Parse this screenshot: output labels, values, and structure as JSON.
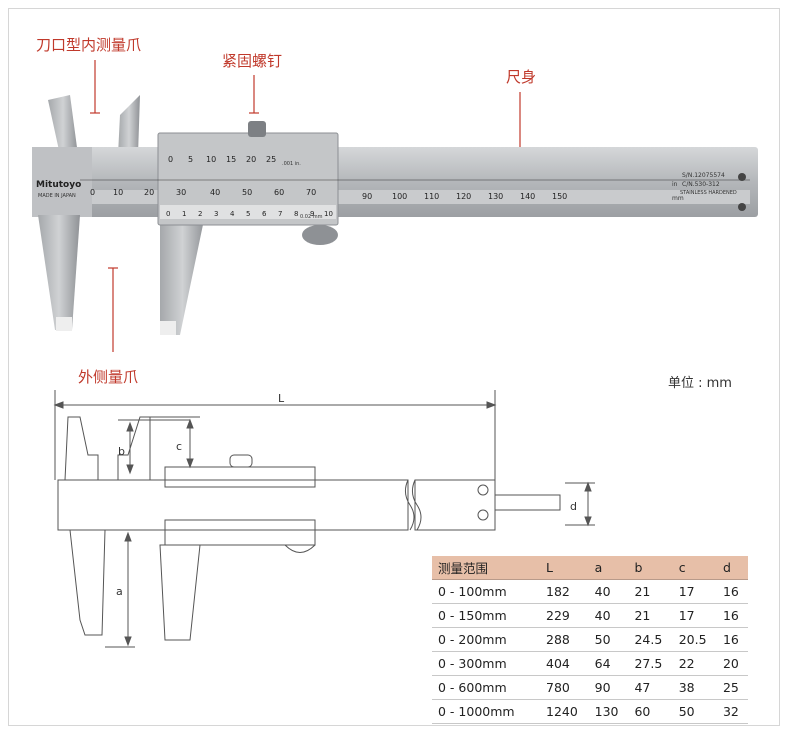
{
  "labels": {
    "inner_jaw": "刀口型内测量爪",
    "lock_screw": "紧固螺钉",
    "main_beam": "尺身",
    "outer_jaw": "外侧量爪"
  },
  "photo_text": {
    "brand": "Mitutoyo",
    "made_in": "MADE IN JAPAN",
    "serial": "S/N.12075574",
    "code": "C/N.530-312",
    "stainless": "STAINLESS HARDENED",
    "inch_unit": ".001 in.",
    "vernier_note": "0.02 mm",
    "in_label": "in",
    "mm_label": "mm",
    "inch_top_ticks": [
      "0",
      "5",
      "10",
      "15",
      "20",
      "25"
    ],
    "mm_main_ticks": [
      "0",
      "10",
      "20",
      "30",
      "40",
      "50",
      "60",
      "70",
      "90",
      "100",
      "110",
      "120",
      "130",
      "140",
      "150"
    ],
    "vernier_ticks": [
      "0",
      "1",
      "2",
      "3",
      "4",
      "5",
      "6",
      "7",
      "8",
      "9",
      "10"
    ]
  },
  "unit_note": "单位 : mm",
  "dims": {
    "L": "L",
    "a": "a",
    "b": "b",
    "c": "c",
    "d": "d"
  },
  "table": {
    "headers": [
      "测量范围",
      "L",
      "a",
      "b",
      "c",
      "d"
    ],
    "rows": [
      [
        "0 - 100mm",
        "182",
        "40",
        "21",
        "17",
        "16"
      ],
      [
        "0 - 150mm",
        "229",
        "40",
        "21",
        "17",
        "16"
      ],
      [
        "0 - 200mm",
        "288",
        "50",
        "24.5",
        "20.5",
        "16"
      ],
      [
        "0 - 300mm",
        "404",
        "64",
        "27.5",
        "22",
        "20"
      ],
      [
        "0 - 600mm",
        "780",
        "90",
        "47",
        "38",
        "25"
      ],
      [
        "0 - 1000mm",
        "1240",
        "130",
        "60",
        "50",
        "32"
      ]
    ]
  },
  "colors": {
    "label_red": "#c0392b",
    "header_bg": "#e7bfa8",
    "steel": "#b9bcbf"
  }
}
